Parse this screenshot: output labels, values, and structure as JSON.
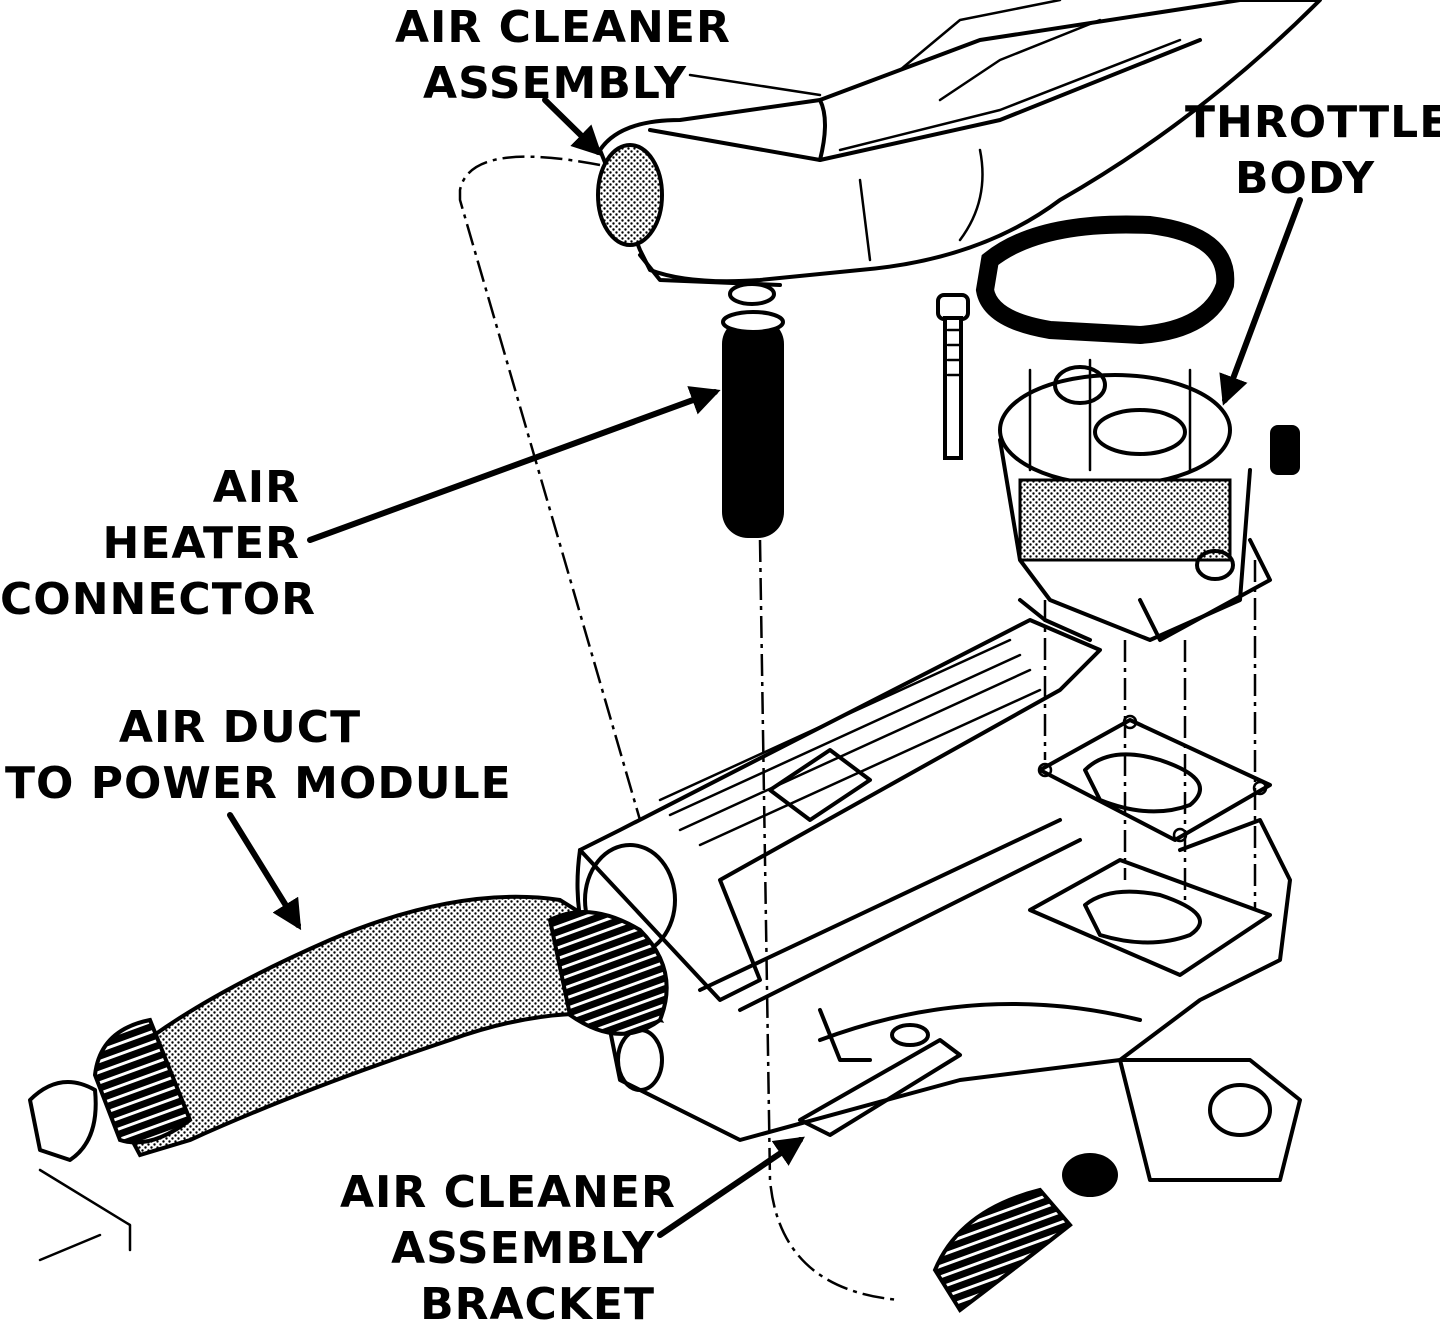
{
  "labels": {
    "air_cleaner_assembly": [
      "AIR CLEANER",
      "ASSEMBLY"
    ],
    "throttle_body": [
      "THROTTLE",
      "BODY"
    ],
    "air_heater_connector": [
      "AIR",
      "HEATER",
      "CONNECTOR"
    ],
    "air_duct": [
      "AIR DUCT",
      "TO POWER MODULE"
    ],
    "air_cleaner_bracket": [
      "AIR CLEANER",
      "ASSEMBLY",
      "BRACKET"
    ]
  },
  "icons": {
    "air_cleaner": "air-cleaner-housing-icon",
    "throttle_body": "throttle-body-icon",
    "heater_connector": "heater-connector-tube-icon",
    "air_duct": "corrugated-duct-icon",
    "bracket": "mounting-bracket-icon"
  },
  "colors": {
    "ink": "#000000",
    "paper": "#ffffff"
  }
}
